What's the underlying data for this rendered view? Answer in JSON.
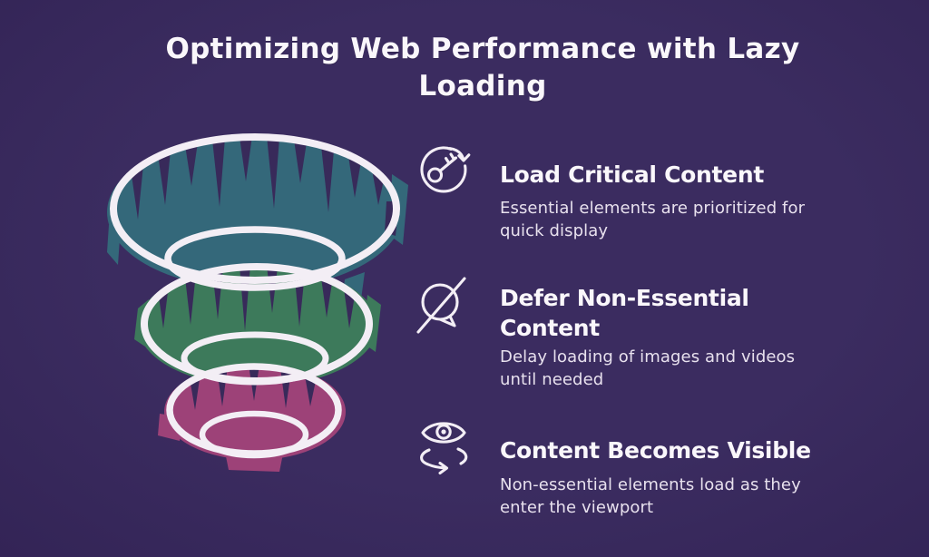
{
  "title": {
    "line1": "Optimizing Web Performance with Lazy",
    "line2": "Loading"
  },
  "colors": {
    "background": "#382A5A",
    "tier_teal": "#34687A",
    "tier_green": "#3D7A5B",
    "tier_magenta": "#9D4278",
    "outline_white": "#F3EEF5",
    "heading_text": "#FAF7FB",
    "body_text": "#E8E1EE"
  },
  "funnel": {
    "type": "funnel",
    "tiers": [
      {
        "name": "top-tier",
        "related_section": "Load Critical Content",
        "color": "#34687A"
      },
      {
        "name": "middle-tier",
        "related_section": "Defer Non-Essential Content",
        "color": "#3D7A5B"
      },
      {
        "name": "bottom-tier",
        "related_section": "Content Becomes Visible",
        "color": "#9D4278"
      }
    ]
  },
  "sections": [
    {
      "icon": "key-refresh-icon",
      "heading_lines": [
        "Load Critical Content"
      ],
      "body_lines": [
        "Essential elements are prioritized for",
        "quick display"
      ]
    },
    {
      "icon": "chat-disabled-icon",
      "heading_lines": [
        "Defer Non-Essential",
        "Content"
      ],
      "body_lines": [
        "Delay loading of images and videos",
        "until needed"
      ]
    },
    {
      "icon": "eye-rotate-icon",
      "heading_lines": [
        "Content Becomes Visible"
      ],
      "body_lines": [
        "Non-essential elements load as they",
        "enter the viewport"
      ]
    }
  ]
}
